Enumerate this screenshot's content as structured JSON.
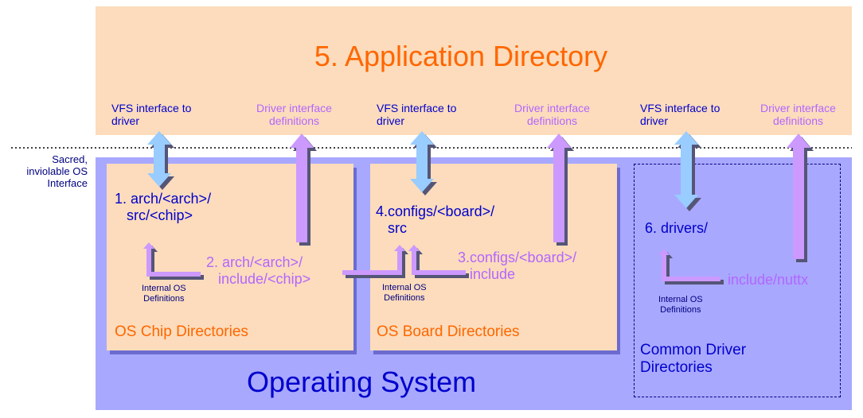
{
  "app": {
    "title": "5. Application Directory"
  },
  "interface_labels": {
    "vfs": "VFS interface to\ndriver",
    "driver_defs": "Driver interface\ndefinitions"
  },
  "sacred_label": "Sacred,\ninviolable OS\nInterface",
  "os": {
    "title": "Operating System"
  },
  "chip": {
    "src_label": "1. arch/<arch>/\n   src/<chip>",
    "include_label": "2. arch/<arch>/\n   include/<chip>",
    "internal": "Internal OS\nDefinitions",
    "dir_label": "OS Chip Directories"
  },
  "board": {
    "src_label": "4.configs/<board>/\n   src",
    "include_label": "3.configs/<board>/\n   include",
    "internal": "Internal OS\nDefinitions",
    "dir_label": "OS Board Directories"
  },
  "drivers": {
    "src_label": "6. drivers/",
    "include_label": "include/nuttx",
    "internal": "Internal OS\nDefinitions",
    "dir_label": "Common Driver\nDirectories"
  },
  "colors": {
    "app_bg": "#fcdcbc",
    "os_bg": "#a8a8ff",
    "title_orange": "#ff6600",
    "text_blue": "#0000cc",
    "text_purple": "#b366ff",
    "vfs_arrow": "#99ccff",
    "driver_arrow": "#cc99ff"
  }
}
